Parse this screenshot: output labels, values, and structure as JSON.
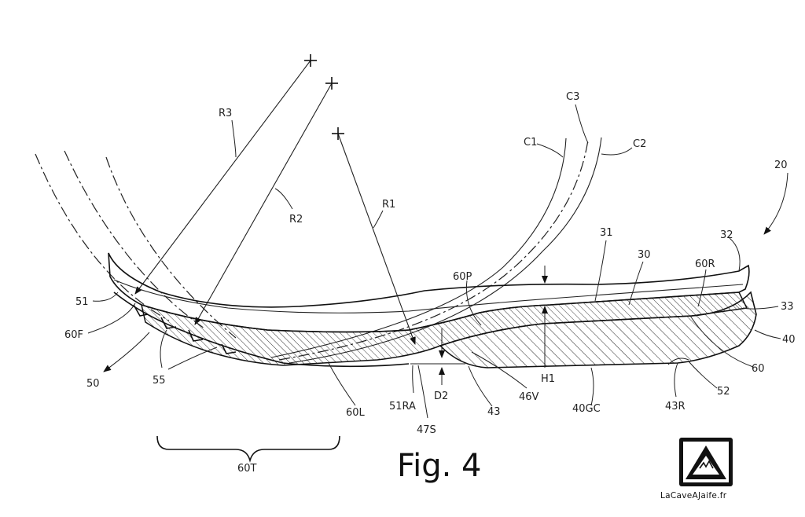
{
  "figure": {
    "caption": "Fig. 4",
    "watermark": "LaCaveAJaife.fr",
    "labels": {
      "l20": "20",
      "l30": "30",
      "l31": "31",
      "l32": "32",
      "l33": "33",
      "l40": "40",
      "l40gc": "40GC",
      "l43": "43",
      "l43r": "43R",
      "l46v": "46V",
      "l47s": "47S",
      "l50": "50",
      "l51": "51",
      "l51ra": "51RA",
      "l52": "52",
      "l55": "55",
      "l60": "60",
      "l60f": "60F",
      "l60l": "60L",
      "l60p": "60P",
      "l60r": "60R",
      "l60t": "60T",
      "lc1": "C1",
      "lc2": "C2",
      "lc3": "C3",
      "ld2": "D2",
      "lh1": "H1",
      "lr1": "R1",
      "lr2": "R2",
      "lr3": "R3"
    }
  }
}
